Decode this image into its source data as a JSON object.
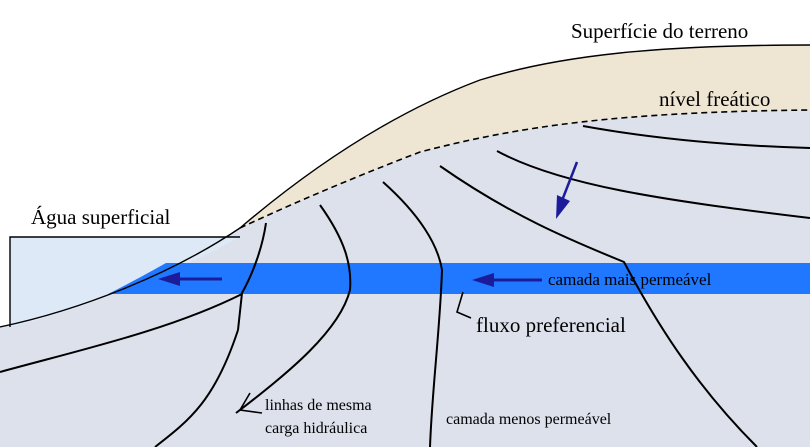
{
  "labels": {
    "ground_surface": "Superfície do terreno",
    "water_table": "nível freático",
    "surface_water": "Água superficial",
    "more_permeable": "camada mais permeável",
    "preferential_flow": "fluxo preferencial",
    "equipotential_1": "linhas de mesma",
    "equipotential_2": "carga hidráulica",
    "less_permeable": "camada menos permeável"
  },
  "colors": {
    "background": "#ffffff",
    "unsaturated_zone": "#eee6d3",
    "saturated_zone": "#dde1ec",
    "surface_water": "#dde9f6",
    "permeable_layer": "#1f78ff",
    "flow_arrow": "#1c1c9a",
    "line": "#000000"
  },
  "icons": {
    "flow_arrows": [
      "arrow-left-icon",
      "arrow-left-icon",
      "arrow-down-left-icon"
    ]
  }
}
